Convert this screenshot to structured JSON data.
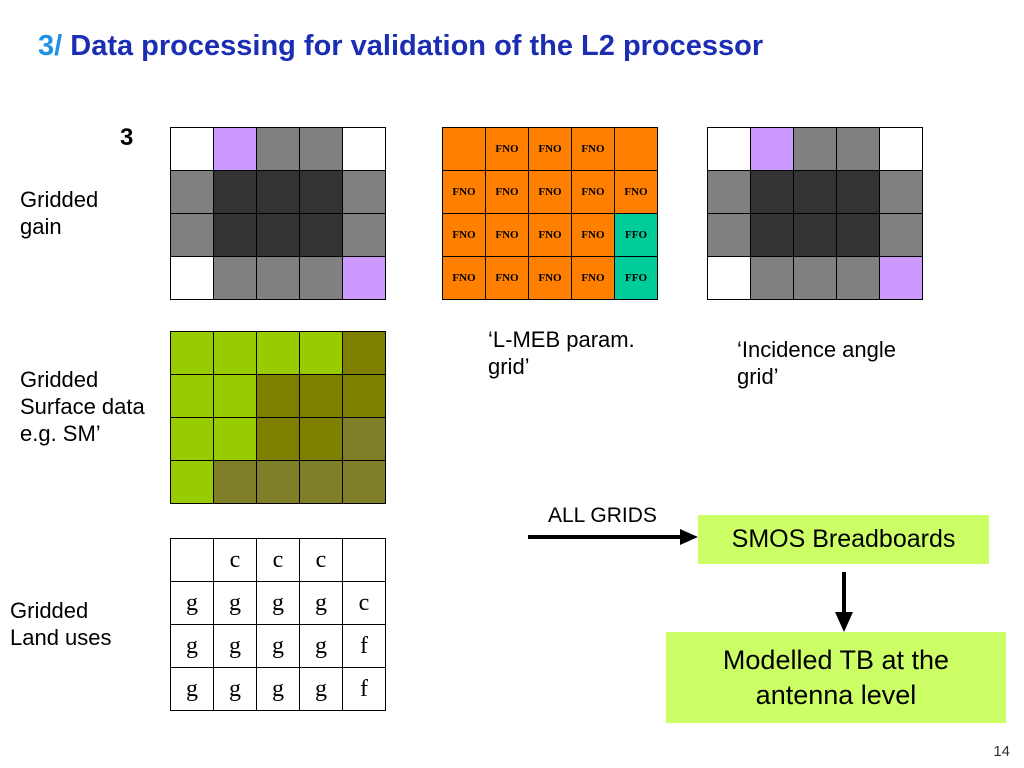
{
  "title": {
    "number": "3/",
    "text": "Data processing for validation of the L2 processor"
  },
  "step_number": "3",
  "labels": {
    "gain": "Gridded\ngain",
    "surface": "Gridded\nSurface data\ne.g. SM’",
    "landuse": "Gridded\nLand uses",
    "lmeb": "‘L-MEB param.\ngrid’",
    "incidence": "‘Incidence angle\ngrid’",
    "all_grids": "ALL GRIDS"
  },
  "colors": {
    "white": "#ffffff",
    "lavender": "#cc99ff",
    "gray": "#808080",
    "dark": "#333333",
    "orange": "#ff8000",
    "teal": "#00cc99",
    "lime": "#99cc00",
    "olive": "#808000",
    "olive_light": "#7f7f2a",
    "box_green": "#ccff66",
    "title_blue": "#1a2db3",
    "title_num_blue": "#1e90e6"
  },
  "gain_grid": [
    [
      "white",
      "lavender",
      "gray",
      "gray",
      "white"
    ],
    [
      "gray",
      "dark",
      "dark",
      "dark",
      "gray"
    ],
    [
      "gray",
      "dark",
      "dark",
      "dark",
      "gray"
    ],
    [
      "white",
      "gray",
      "gray",
      "gray",
      "lavender"
    ]
  ],
  "incidence_grid": [
    [
      "white",
      "lavender",
      "gray",
      "gray",
      "white"
    ],
    [
      "gray",
      "dark",
      "dark",
      "dark",
      "gray"
    ],
    [
      "gray",
      "dark",
      "dark",
      "dark",
      "gray"
    ],
    [
      "white",
      "gray",
      "gray",
      "gray",
      "lavender"
    ]
  ],
  "lmeb_grid": [
    [
      "",
      "FNO",
      "FNO",
      "FNO",
      ""
    ],
    [
      "FNO",
      "FNO",
      "FNO",
      "FNO",
      "FNO"
    ],
    [
      "FNO",
      "FNO",
      "FNO",
      "FNO",
      "FFO"
    ],
    [
      "FNO",
      "FNO",
      "FNO",
      "FNO",
      "FFO"
    ]
  ],
  "surface_grid": [
    [
      "lime",
      "lime",
      "lime",
      "lime",
      "olive"
    ],
    [
      "lime",
      "lime",
      "olive",
      "olive",
      "olive"
    ],
    [
      "lime",
      "lime",
      "olive",
      "olive",
      "olive_light"
    ],
    [
      "lime",
      "olive_light",
      "olive_light",
      "olive_light",
      "olive_light"
    ]
  ],
  "landuse_grid": [
    [
      "",
      "c",
      "c",
      "c",
      ""
    ],
    [
      "g",
      "g",
      "g",
      "g",
      "c"
    ],
    [
      "g",
      "g",
      "g",
      "g",
      "f"
    ],
    [
      "g",
      "g",
      "g",
      "g",
      "f"
    ]
  ],
  "boxes": {
    "smos": "SMOS Breadboards",
    "modelled": "Modelled TB at the\nantenna level"
  },
  "page_number": "14"
}
